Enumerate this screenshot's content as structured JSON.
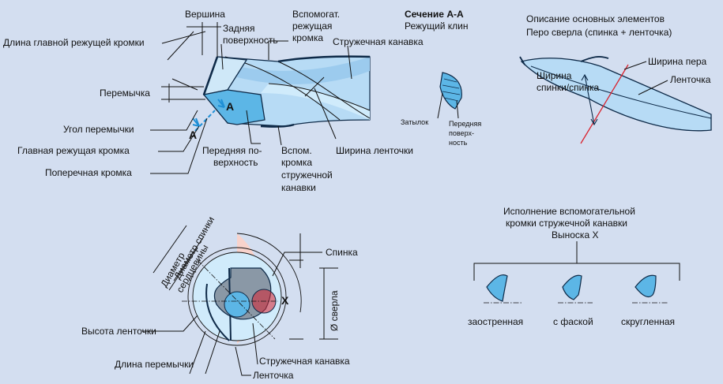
{
  "colors": {
    "background": "#d3def0",
    "body_blue": "#b7dbf5",
    "body_blue_light": "#d0ebfb",
    "flank_blue": "#5cb6e6",
    "edge_dark": "#0e2a48",
    "back_pink": "#f8d3cc",
    "accent_red": "#d9232f",
    "section_gray": "#8a98a6",
    "marker_blue": "#1e8fd6"
  },
  "drill_view": {
    "labels": {
      "apex": "Вершина",
      "main_edge_length": "Длина главной режущей кромки",
      "back_surface_line1": "Задняя",
      "back_surface_line2": "поверхность",
      "aux_edge_line1": "Вспомогат.",
      "aux_edge_line2": "режущая",
      "aux_edge_line3": "кромка",
      "flute": "Стружечная канавка",
      "web": "Перемычка",
      "web_angle": "Угол перемычки",
      "main_cutting_edge": "Главная режущая кромка",
      "cross_edge": "Поперечная кромка",
      "front_surface_line1": "Передняя по-",
      "front_surface_line2": "верхность",
      "flute_aux_edge_line1": "Вспом.",
      "flute_aux_edge_line2": "кромка",
      "flute_aux_edge_line3": "стружечной",
      "flute_aux_edge_line4": "канавки",
      "land_width": "Ширина ленточки"
    },
    "section_marker": "A"
  },
  "section_view": {
    "title": "Сечение А-А",
    "subtitle": "Режущий клин",
    "heel": "Затылок",
    "front_line1": "Передняя",
    "front_line2": "поверх-",
    "front_line3": "ность"
  },
  "body_view": {
    "title_line1": "Описание основных элементов",
    "title_line2": "Перо сверла (спинка + ленточка)",
    "body_width": "Ширина пера",
    "back_width_line1": "Ширина",
    "back_width_line2": "спинки/спинка",
    "land": "Ленточка"
  },
  "cross_view": {
    "back_diameter": "Диаметр спинки",
    "core_diameter_line1": "Диаметр",
    "core_diameter_line2": "сердцевины",
    "back": "Спинка",
    "drill_diameter": "Ø сверла",
    "land_height": "Высота ленточки",
    "web_length": "Длина перемычки",
    "flute": "Стружечная канавка",
    "land": "Ленточка",
    "detail_marker": "X"
  },
  "variants_view": {
    "title_line1": "Исполнение вспомогательной",
    "title_line2": "кромки стружечной канавки",
    "title_line3": "Выноска Х",
    "options": [
      "заостренная",
      "с фаской",
      "скругленная"
    ]
  }
}
